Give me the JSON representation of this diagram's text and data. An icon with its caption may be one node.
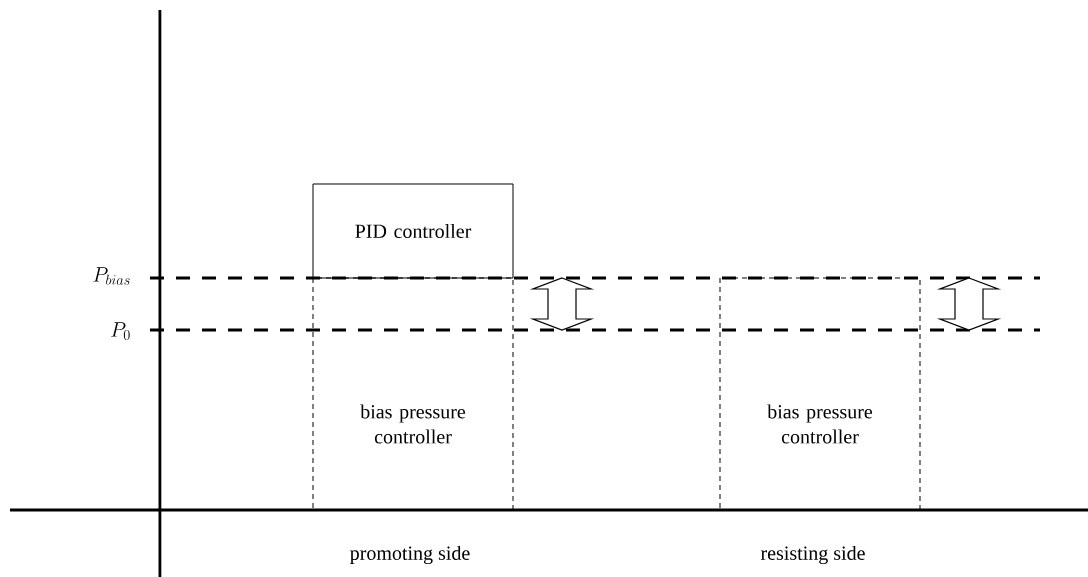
{
  "diagram": {
    "nodes": [
      {
        "text": [
          "PID controller"
        ]
      },
      {
        "text": [
          "bias pressure controller"
        ]
      },
      {
        "text": [
          "bias pressure controller"
        ]
      }
    ],
    "labels": [
      "P_{bias}",
      "P_0",
      "promoting side",
      "resisting side"
    ]
  }
}
